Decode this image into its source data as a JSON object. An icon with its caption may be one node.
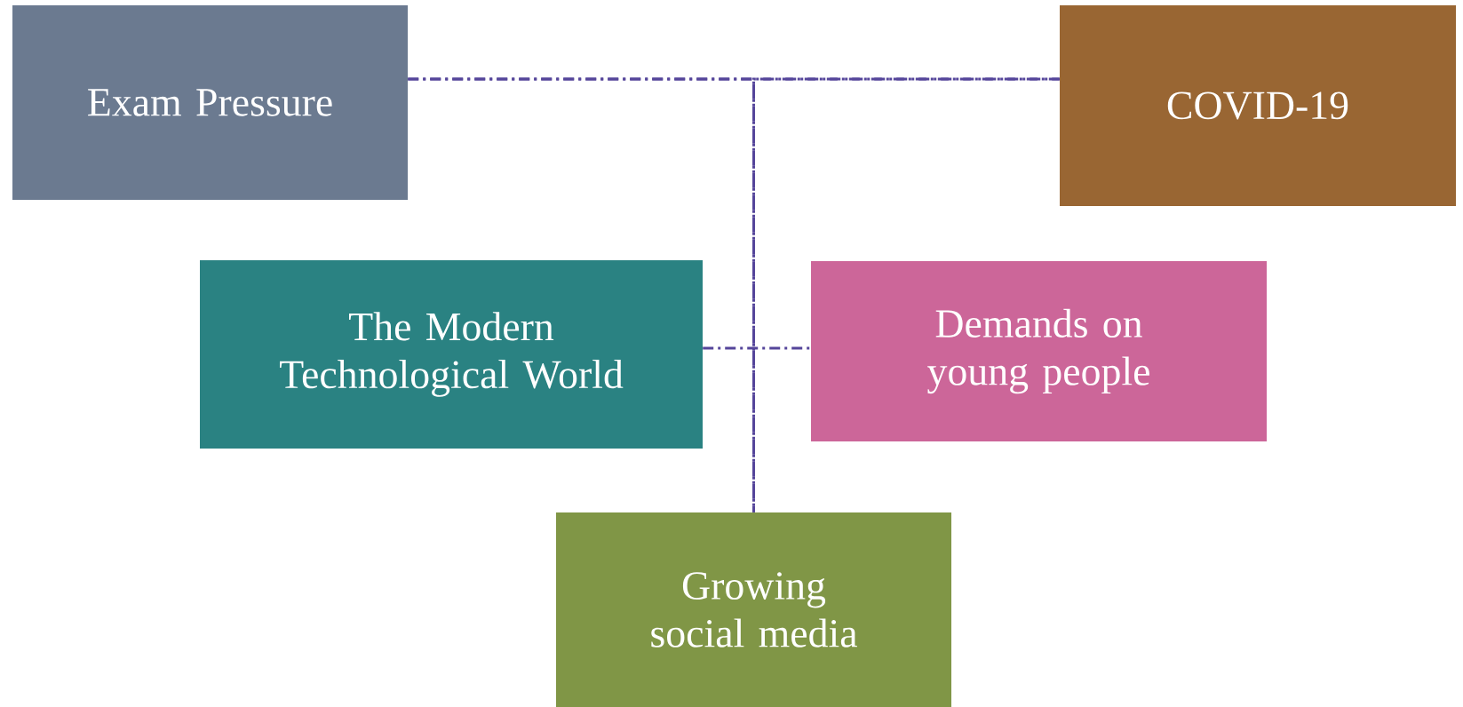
{
  "diagram": {
    "nodes": [
      {
        "text": [
          "Exam Pressure"
        ]
      },
      {
        "text": [
          "The Modern Technological World"
        ]
      },
      {
        "text": [
          "COVID-19"
        ]
      },
      {
        "text": [
          "Demands on young people"
        ]
      },
      {
        "text": [
          "Growing social media"
        ]
      }
    ],
    "edges": [
      {
        "from": 0,
        "to": 2,
        "arrow": "none"
      },
      {
        "from": 0,
        "to": 4,
        "arrow": "none"
      },
      {
        "from": 2,
        "to": 4,
        "arrow": "none"
      },
      {
        "from": 1,
        "to": 3,
        "arrow": "none"
      }
    ]
  }
}
